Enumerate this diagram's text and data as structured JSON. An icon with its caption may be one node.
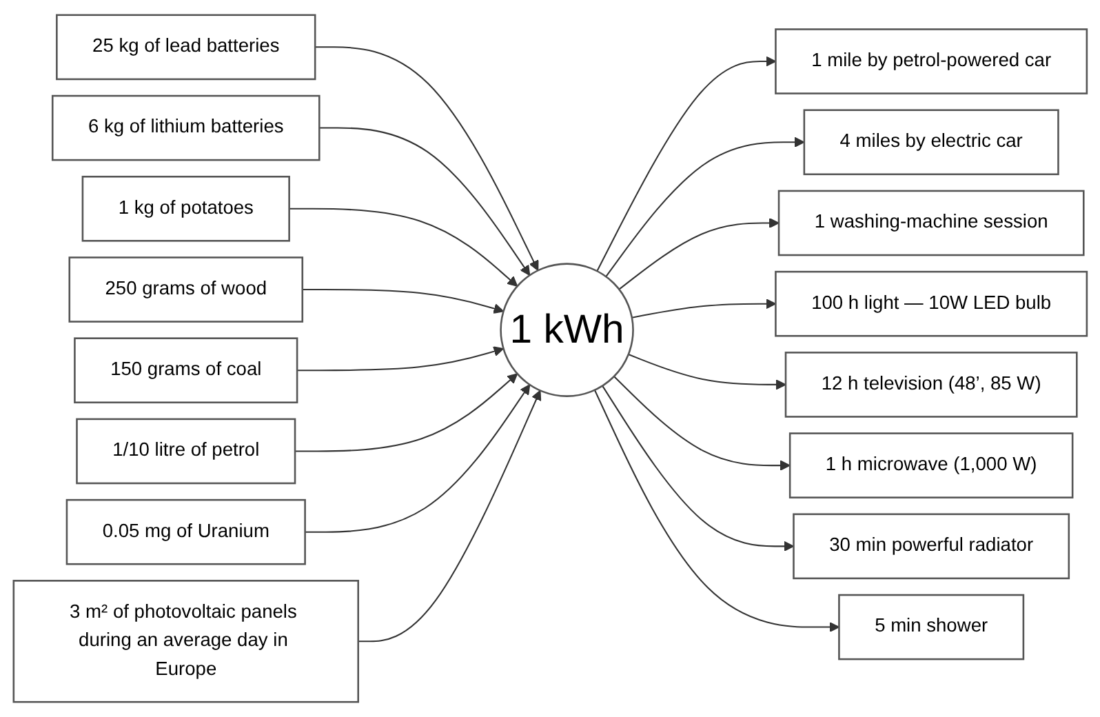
{
  "diagram": {
    "nodes": [
      {
        "text": [
          "25 kg of lead batteries"
        ]
      },
      {
        "text": [
          "6 kg of lithium batteries"
        ]
      },
      {
        "text": [
          "1 kg of potatoes"
        ]
      },
      {
        "text": [
          "250 grams of wood"
        ]
      },
      {
        "text": [
          "150 grams of coal"
        ]
      },
      {
        "text": [
          "1/10 litre of petrol"
        ]
      },
      {
        "text": [
          "0.05 mg of Uranium"
        ]
      },
      {
        "text": [
          "3 m² of photovoltaic panels during an average day in Europe"
        ]
      },
      {
        "text": [
          "1 kWh"
        ]
      },
      {
        "text": [
          "1 mile by petrol-powered car"
        ]
      },
      {
        "text": [
          "4 miles by electric car"
        ]
      },
      {
        "text": [
          "1 washing-machine session"
        ]
      },
      {
        "text": [
          "100 h light — 10W LED bulb"
        ]
      },
      {
        "text": [
          "12 h television (48’, 85 W)"
        ]
      },
      {
        "text": [
          "1 h microwave (1,000 W)"
        ]
      },
      {
        "text": [
          "30 min powerful radiator"
        ]
      },
      {
        "text": [
          "5 min shower"
        ]
      }
    ],
    "edges": [
      {
        "from": 0,
        "to": 8,
        "arrow": "to"
      },
      {
        "from": 1,
        "to": 8,
        "arrow": "to"
      },
      {
        "from": 2,
        "to": 8,
        "arrow": "to"
      },
      {
        "from": 3,
        "to": 8,
        "arrow": "to"
      },
      {
        "from": 4,
        "to": 8,
        "arrow": "to"
      },
      {
        "from": 5,
        "to": 8,
        "arrow": "to"
      },
      {
        "from": 6,
        "to": 8,
        "arrow": "to"
      },
      {
        "from": 7,
        "to": 8,
        "arrow": "to"
      },
      {
        "from": 8,
        "to": 9,
        "arrow": "to"
      },
      {
        "from": 8,
        "to": 10,
        "arrow": "to"
      },
      {
        "from": 8,
        "to": 11,
        "arrow": "to"
      },
      {
        "from": 8,
        "to": 12,
        "arrow": "to"
      },
      {
        "from": 8,
        "to": 13,
        "arrow": "to"
      },
      {
        "from": 8,
        "to": 14,
        "arrow": "to"
      },
      {
        "from": 8,
        "to": 15,
        "arrow": "to"
      },
      {
        "from": 8,
        "to": 16,
        "arrow": "to"
      }
    ]
  }
}
